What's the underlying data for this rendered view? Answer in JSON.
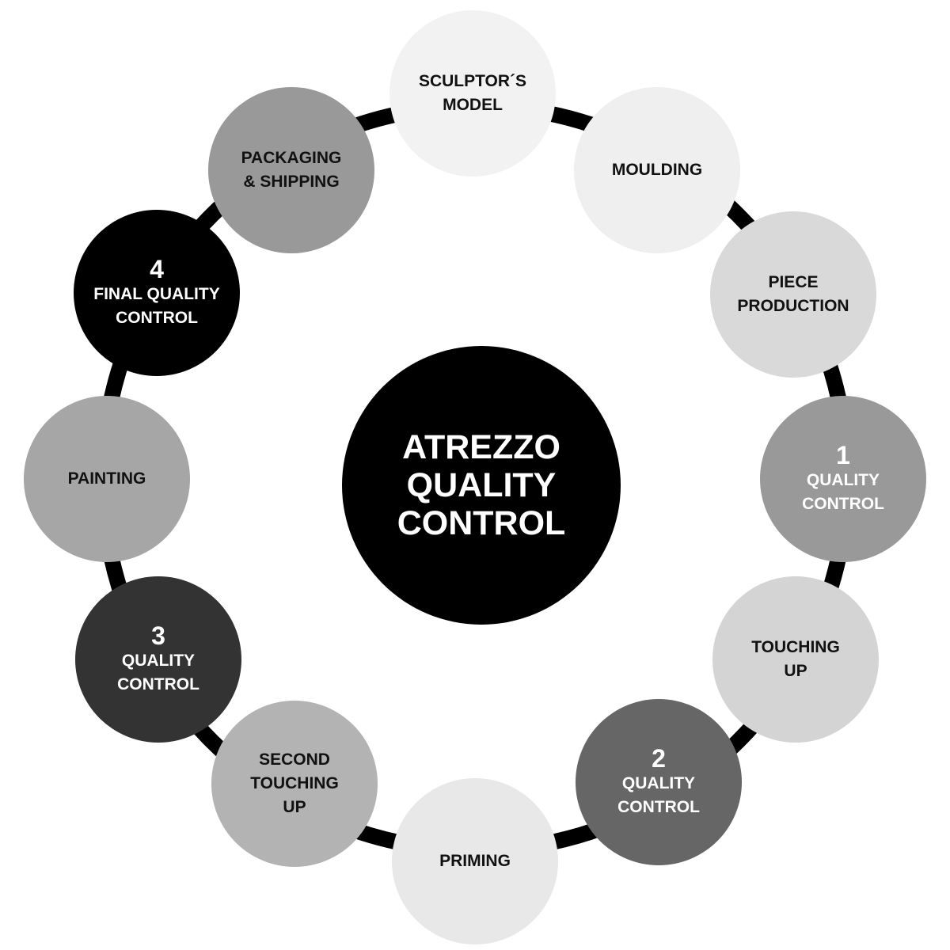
{
  "center": {
    "title": "ATREZZO\nQUALITY\nCONTROL",
    "color": "#000000"
  },
  "steps": [
    {
      "label": "SCULPTOR´S\nMODEL",
      "number": "",
      "color": "#f2f2f2"
    },
    {
      "label": "MOULDING",
      "number": "",
      "color": "#efefef"
    },
    {
      "label": "PIECE\nPRODUCTION",
      "number": "",
      "color": "#d9d9d9"
    },
    {
      "label": "QUALITY\nCONTROL",
      "number": "1",
      "color": "#999999"
    },
    {
      "label": "TOUCHING\nUP",
      "number": "",
      "color": "#d4d4d4"
    },
    {
      "label": "QUALITY\nCONTROL",
      "number": "2",
      "color": "#666666"
    },
    {
      "label": "PRIMING",
      "number": "",
      "color": "#e8e8e8"
    },
    {
      "label": "SECOND\nTOUCHING\nUP",
      "number": "",
      "color": "#b3b3b3"
    },
    {
      "label": "QUALITY\nCONTROL",
      "number": "3",
      "color": "#333333"
    },
    {
      "label": "PAINTING",
      "number": "",
      "color": "#a6a6a6"
    },
    {
      "label": "FINAL QUALITY\nCONTROL",
      "number": "4",
      "color": "#000000"
    },
    {
      "label": "PACKAGING\n& SHIPPING",
      "number": "",
      "color": "#999999"
    }
  ]
}
